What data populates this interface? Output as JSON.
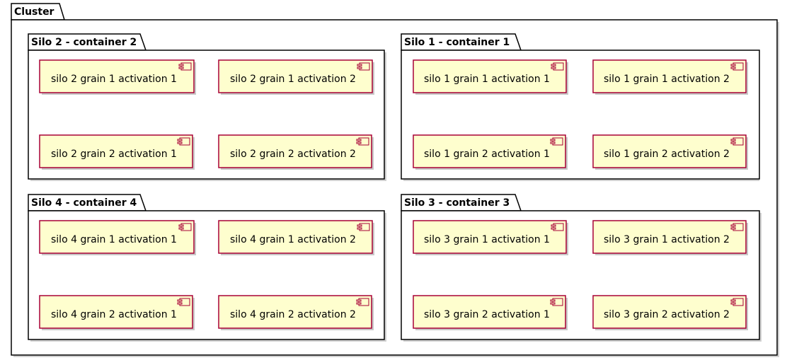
{
  "cluster": {
    "title": "Cluster",
    "silos": [
      {
        "title": "Silo 2 - container 2",
        "components": [
          "silo 2 grain 1 activation 1",
          "silo 2 grain 1 activation 2",
          "silo 2 grain 2 activation 1",
          "silo 2 grain 2 activation 2"
        ]
      },
      {
        "title": "Silo 1 - container 1",
        "components": [
          "silo 1 grain 1 activation 1",
          "silo 1 grain 1 activation 2",
          "silo 1 grain 2 activation 1",
          "silo 1 grain 2 activation 2"
        ]
      },
      {
        "title": "Silo 4 - container 4",
        "components": [
          "silo 4 grain 1 activation 1",
          "silo 4 grain 1 activation 2",
          "silo 4 grain 2 activation 1",
          "silo 4 grain 2 activation 2"
        ]
      },
      {
        "title": "Silo 3 - container 3",
        "components": [
          "silo 3 grain 1 activation 1",
          "silo 3 grain 1 activation 2",
          "silo 3 grain 2 activation 1",
          "silo 3 grain 2 activation 2"
        ]
      }
    ]
  },
  "colors": {
    "component_fill": "#FEFECE",
    "component_border": "#A80036",
    "package_border": "#000000"
  },
  "icons": {
    "component": "component-icon"
  }
}
